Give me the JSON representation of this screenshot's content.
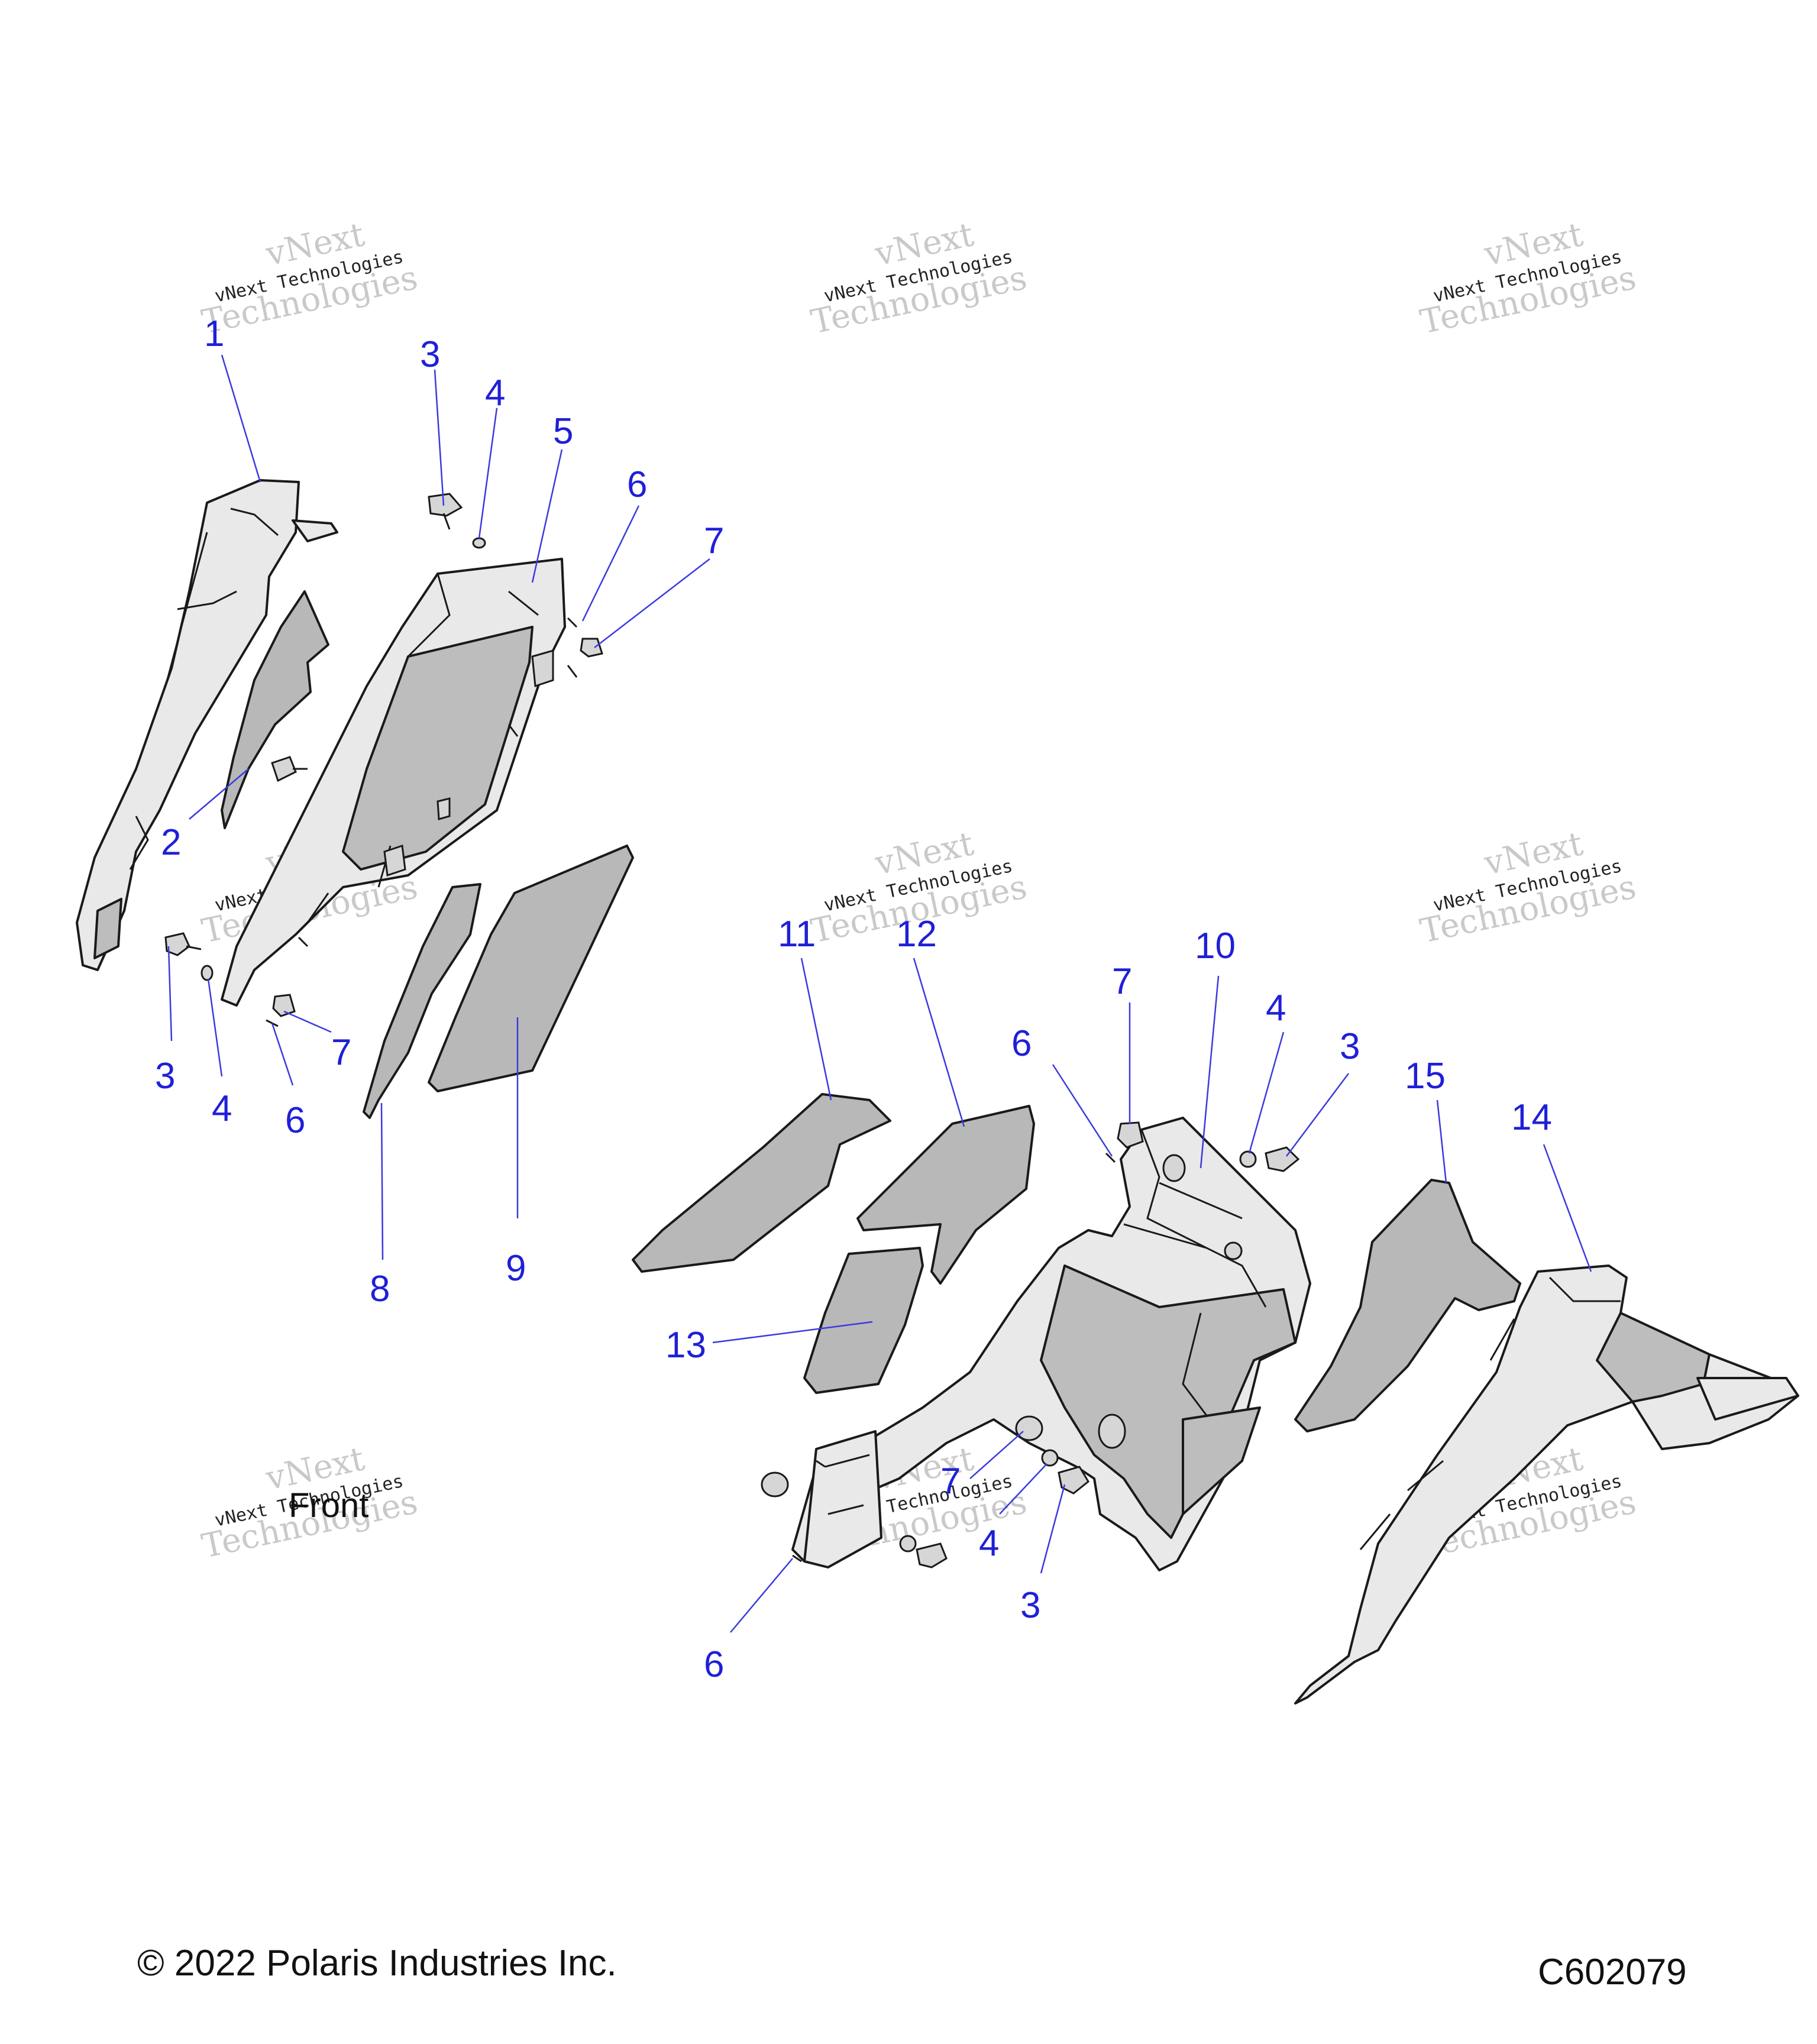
{
  "watermark": {
    "line1": "vNext",
    "line2": "vNext Technologies",
    "line3": "Technologies"
  },
  "callouts": [
    {
      "id": "c1",
      "label": "1"
    },
    {
      "id": "c2",
      "label": "2"
    },
    {
      "id": "c3a",
      "label": "3"
    },
    {
      "id": "c4a",
      "label": "4"
    },
    {
      "id": "c5",
      "label": "5"
    },
    {
      "id": "c6a",
      "label": "6"
    },
    {
      "id": "c7a",
      "label": "7"
    },
    {
      "id": "c3b",
      "label": "3"
    },
    {
      "id": "c4b",
      "label": "4"
    },
    {
      "id": "c6b",
      "label": "6"
    },
    {
      "id": "c7b",
      "label": "7"
    },
    {
      "id": "c8",
      "label": "8"
    },
    {
      "id": "c9",
      "label": "9"
    },
    {
      "id": "c11",
      "label": "11"
    },
    {
      "id": "c12",
      "label": "12"
    },
    {
      "id": "c13",
      "label": "13"
    },
    {
      "id": "c6c",
      "label": "6"
    },
    {
      "id": "c7c",
      "label": "7"
    },
    {
      "id": "c10",
      "label": "10"
    },
    {
      "id": "c4c",
      "label": "4"
    },
    {
      "id": "c3c",
      "label": "3"
    },
    {
      "id": "c15",
      "label": "15"
    },
    {
      "id": "c14",
      "label": "14"
    },
    {
      "id": "c7d",
      "label": "7"
    },
    {
      "id": "c4d",
      "label": "4"
    },
    {
      "id": "c3d",
      "label": "3"
    },
    {
      "id": "c6d",
      "label": "6"
    }
  ],
  "front_label": "Front",
  "footer": {
    "copyright": "© 2022 Polaris Industries Inc.",
    "drawing_id": "C602079"
  }
}
